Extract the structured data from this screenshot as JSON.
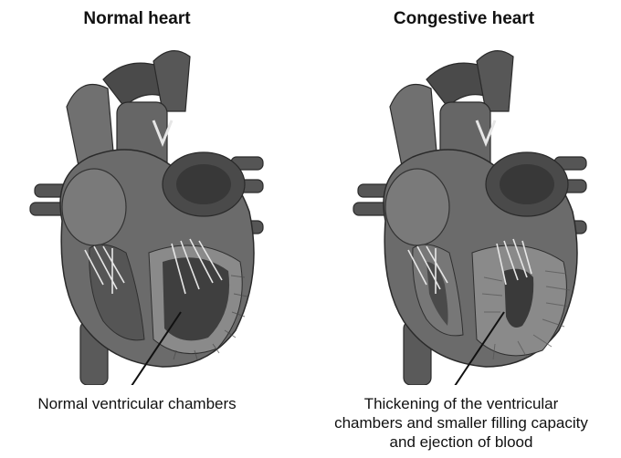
{
  "panels": [
    {
      "title": "Normal heart",
      "caption": "Normal ventricular chambers"
    },
    {
      "title": "Congestive heart",
      "caption_lines": [
        "Thickening of the ventricular",
        "chambers and smaller filling capacity",
        "and ejection of blood"
      ]
    }
  ],
  "colors": {
    "muscle": "#6b6b6b",
    "muscle_dark": "#3f3f3f",
    "wall_light": "#8a8a8a",
    "valve": "#e6e6e6",
    "leader_line": "#111111"
  }
}
